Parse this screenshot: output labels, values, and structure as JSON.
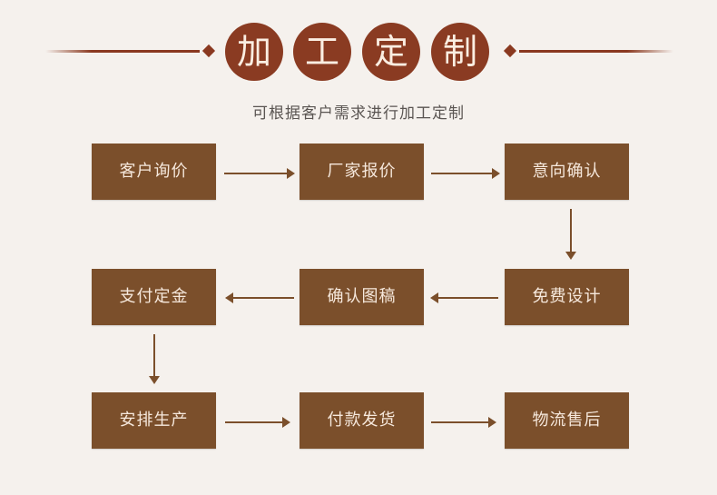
{
  "header": {
    "title_chars": [
      "加",
      "工",
      "定",
      "制"
    ],
    "subtitle": "可根据客户需求进行加工定制"
  },
  "colors": {
    "background": "#f5f1ed",
    "badge": "#8a3b22",
    "box": "#7b4f2b",
    "box_text": "#f6e8dc"
  },
  "flow": {
    "steps": [
      {
        "id": 1,
        "label": "客户询价"
      },
      {
        "id": 2,
        "label": "厂家报价"
      },
      {
        "id": 3,
        "label": "意向确认"
      },
      {
        "id": 4,
        "label": "免费设计"
      },
      {
        "id": 5,
        "label": "确认图稿"
      },
      {
        "id": 6,
        "label": "支付定金"
      },
      {
        "id": 7,
        "label": "安排生产"
      },
      {
        "id": 8,
        "label": "付款发货"
      },
      {
        "id": 9,
        "label": "物流售后"
      }
    ],
    "connections": [
      {
        "from": 1,
        "to": 2,
        "direction": "right"
      },
      {
        "from": 2,
        "to": 3,
        "direction": "right"
      },
      {
        "from": 3,
        "to": 4,
        "direction": "down"
      },
      {
        "from": 4,
        "to": 5,
        "direction": "left"
      },
      {
        "from": 5,
        "to": 6,
        "direction": "left"
      },
      {
        "from": 6,
        "to": 7,
        "direction": "down"
      },
      {
        "from": 7,
        "to": 8,
        "direction": "right"
      },
      {
        "from": 8,
        "to": 9,
        "direction": "right"
      }
    ]
  }
}
